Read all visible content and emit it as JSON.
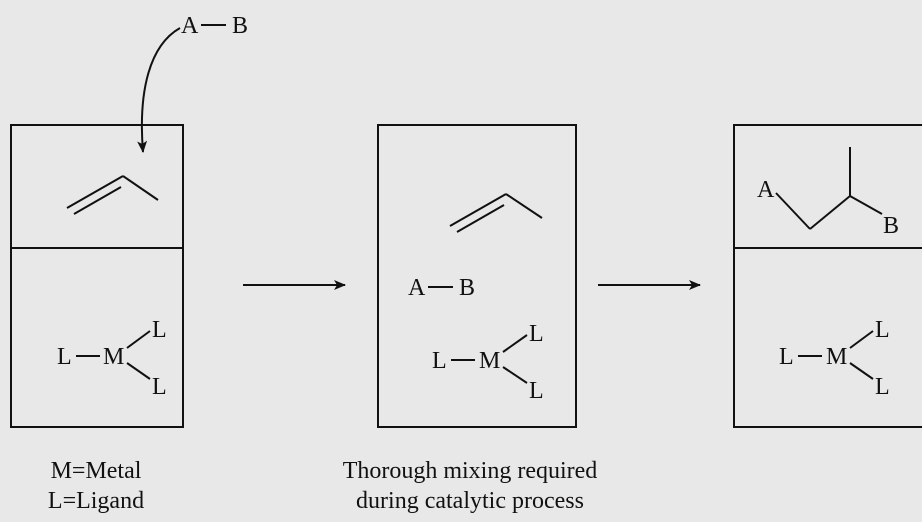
{
  "reagent": {
    "label": "A—B"
  },
  "atoms": {
    "A": "A",
    "B": "B",
    "L": "L",
    "M": "M"
  },
  "captions": {
    "legend_line1": "M=Metal",
    "legend_line2": "L=Ligand",
    "mixing_line1": "Thorough mixing required",
    "mixing_line2": "during catalytic process"
  },
  "colors": {
    "background": "#e8e8e8",
    "ink": "#111111"
  },
  "icons": {
    "curved_arrow": "curved-arrow-icon",
    "reaction_arrow": "arrow-right-icon"
  }
}
